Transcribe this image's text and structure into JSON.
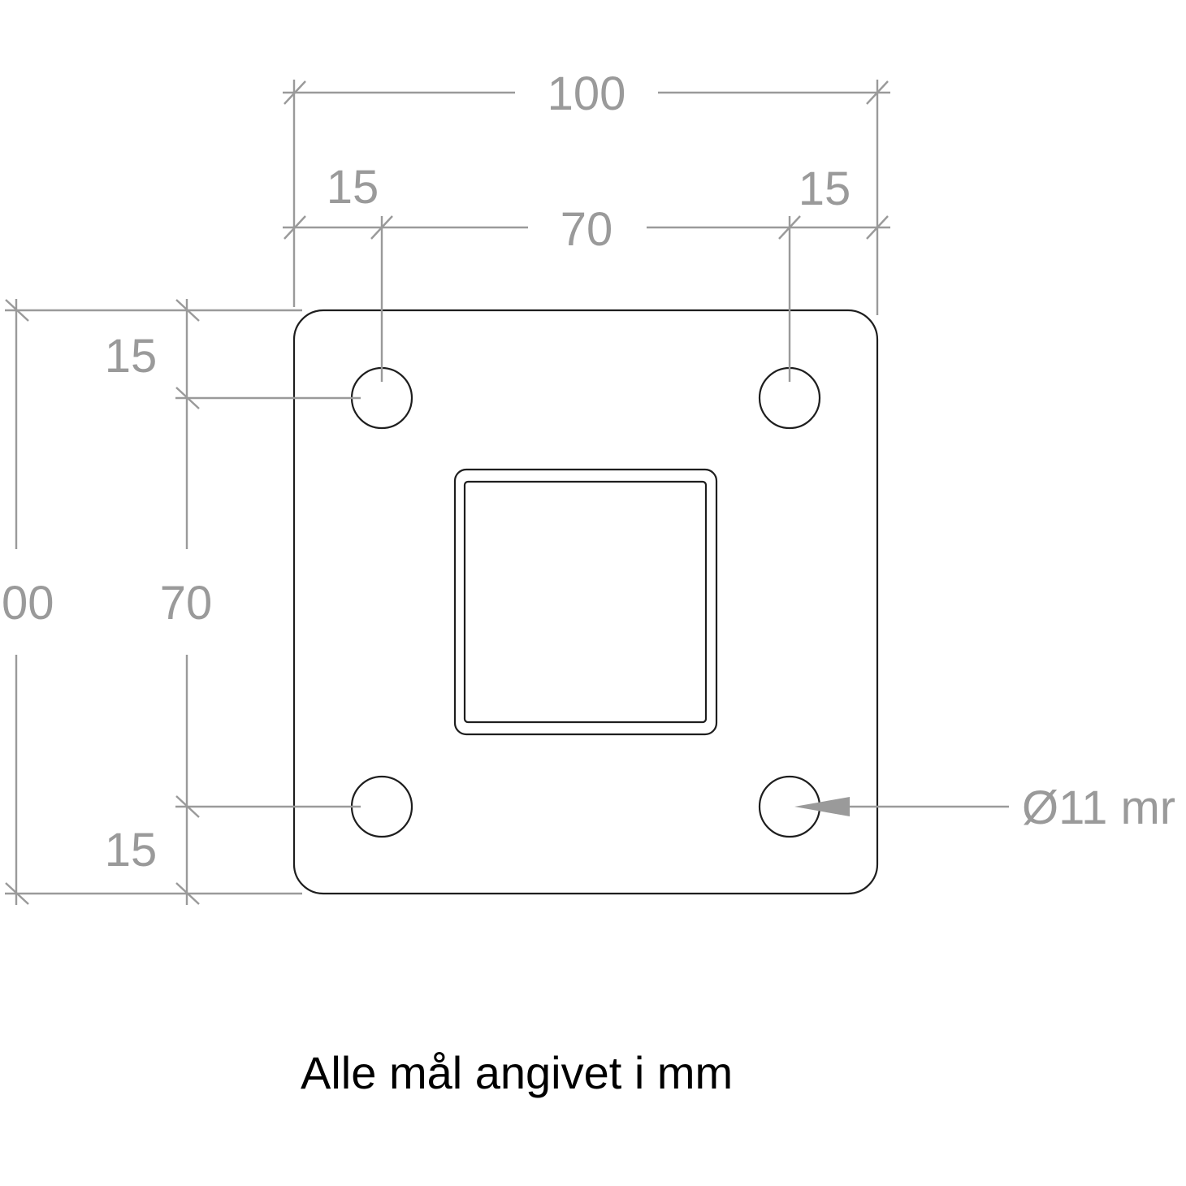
{
  "dimensions": {
    "top_overall": "100",
    "top_left_edge": "15",
    "top_right_edge": "15",
    "top_hole_spacing": "70",
    "left_overall": "00",
    "left_hole_spacing": "70",
    "left_top_edge": "15",
    "left_bottom_edge": "15",
    "hole_diameter": "Ø11 mr"
  },
  "caption": "Alle mål angivet i mm"
}
